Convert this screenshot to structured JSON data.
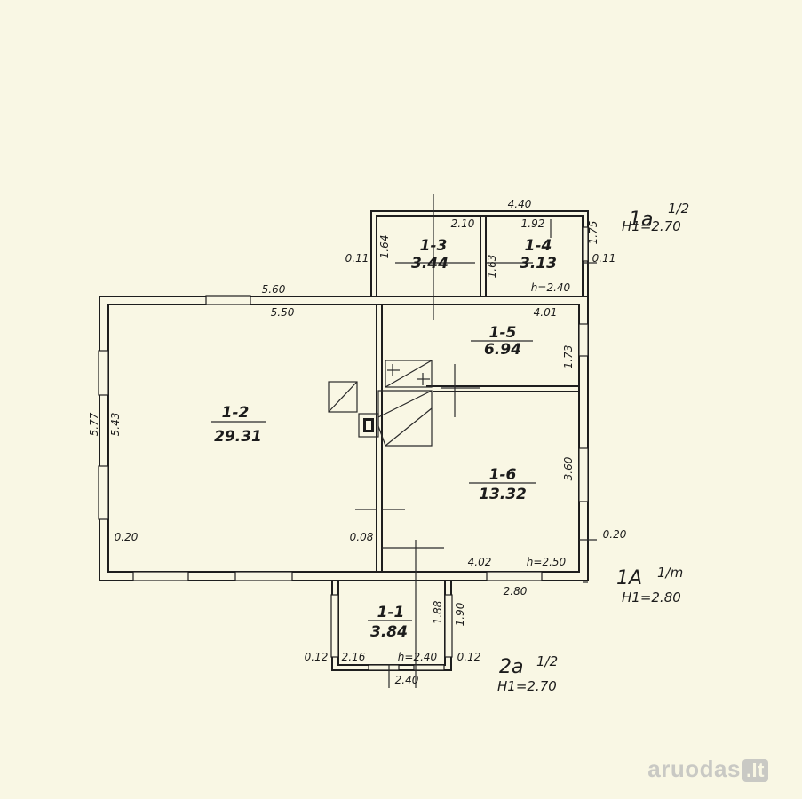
{
  "rooms": [
    {
      "id": "1-1",
      "area": "3.84"
    },
    {
      "id": "1-2",
      "area": "29.31"
    },
    {
      "id": "1-3",
      "area": "3.44"
    },
    {
      "id": "1-4",
      "area": "3.13"
    },
    {
      "id": "1-5",
      "area": "6.94"
    },
    {
      "id": "1-6",
      "area": "13.32"
    }
  ],
  "dimensions": {
    "top_outer": "5.60",
    "top_inner": "5.50",
    "left_outer": "5.77",
    "left_inner": "5.43",
    "annex_top_outer": "4.40",
    "annex_room3_width": "2.10",
    "annex_room4_width": "1.92",
    "annex_height_left": "1.64",
    "annex_height_right": "1.75",
    "annex_mid": "1.63",
    "annex_wall_left": "0.11",
    "annex_wall_right": "0.11",
    "annex_h": "h=2.40",
    "room5_width": "4.01",
    "room5_height": "1.73",
    "room6_height": "3.60",
    "room6_width": "4.02",
    "room6_h": "h=2.50",
    "wall_left": "0.20",
    "wall_mid": "0.08",
    "wall_right": "0.20",
    "bottom_right": "2.80",
    "porch_h1": "1.88",
    "porch_h2": "1.90",
    "porch_w_outer": "2.40",
    "porch_w_inner": "2.16",
    "porch_h": "h=2.40",
    "porch_wall_left": "0.12",
    "porch_wall_right": "0.12"
  },
  "notes": {
    "annex_code": "1a",
    "annex_frac": "1/2",
    "annex_height": "H1=2.70",
    "main_code": "1A",
    "main_frac": "1/m",
    "main_height": "H1=2.80",
    "porch_code": "2a",
    "porch_frac": "1/2",
    "porch_height": "H1=2.70"
  },
  "watermark": {
    "text": "aruodas",
    "tld": ".lt"
  }
}
